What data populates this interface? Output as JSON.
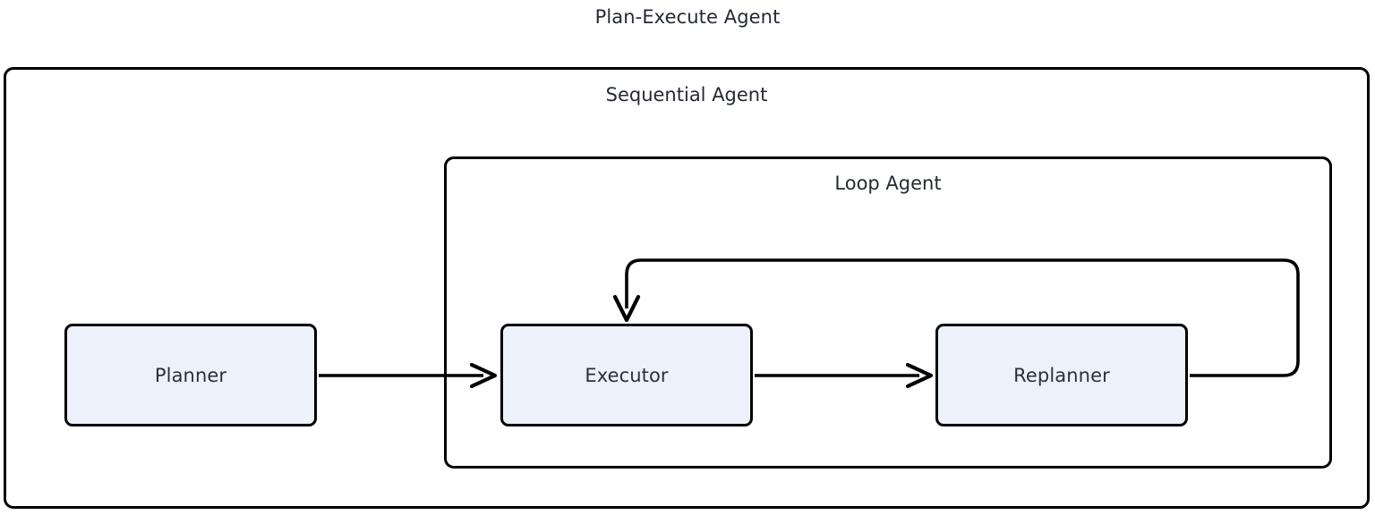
{
  "diagram": {
    "title": "Plan-Execute Agent",
    "type": "flowchart",
    "background_color": "#ffffff",
    "stroke_color": "#000000",
    "text_color": "#252a33",
    "node_fill_color": "#ecf1fb",
    "groups": [
      {
        "id": "sequential",
        "label": "Sequential Agent",
        "contains": [
          "planner",
          "loop"
        ]
      },
      {
        "id": "loop",
        "label": "Loop Agent",
        "contains": [
          "executor",
          "replanner"
        ]
      }
    ],
    "nodes": [
      {
        "id": "planner",
        "label": "Planner"
      },
      {
        "id": "executor",
        "label": "Executor"
      },
      {
        "id": "replanner",
        "label": "Replanner"
      }
    ],
    "edges": [
      {
        "from": "planner",
        "to": "executor",
        "style": "arrow",
        "routing": "straight-right"
      },
      {
        "from": "executor",
        "to": "replanner",
        "style": "arrow",
        "routing": "straight-right"
      },
      {
        "from": "replanner",
        "to": "executor",
        "style": "arrow",
        "routing": "loop-back-over-top"
      }
    ]
  }
}
